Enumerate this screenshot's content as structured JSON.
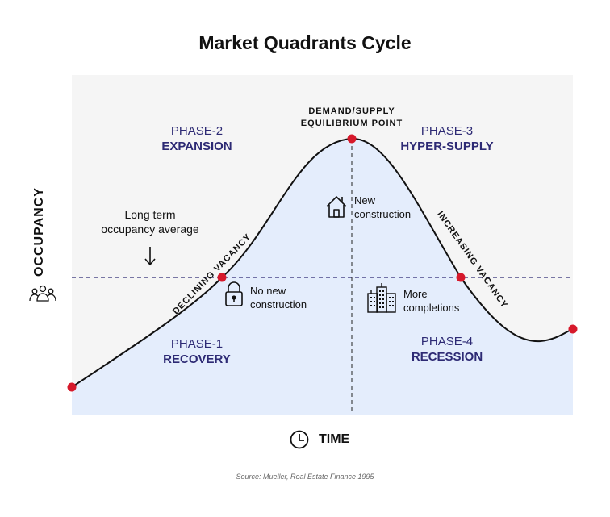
{
  "title": "Market Quadrants Cycle",
  "y_axis_label": "OCCUPANCY",
  "x_axis_label": "TIME",
  "equilibrium": {
    "line1": "DEMAND/SUPPLY",
    "line2": "EQUILIBRIUM POINT"
  },
  "long_term": {
    "line1": "Long term",
    "line2": "occupancy average"
  },
  "phases": {
    "p1": {
      "number": "PHASE-1",
      "name": "RECOVERY"
    },
    "p2": {
      "number": "PHASE-2",
      "name": "EXPANSION"
    },
    "p3": {
      "number": "PHASE-3",
      "name": "HYPER-SUPPLY"
    },
    "p4": {
      "number": "PHASE-4",
      "name": "RECESSION"
    }
  },
  "slopes": {
    "declining": "DECLINING VACANCY",
    "increasing": "INCREASING VACANCY"
  },
  "notes": {
    "new_construction": {
      "line1": "New",
      "line2": "construction"
    },
    "no_new_construction": {
      "line1": "No new",
      "line2": "construction"
    },
    "more_completions": {
      "line1": "More",
      "line2": "completions"
    }
  },
  "source": "Source: Mueller, Real Estate Finance 1995",
  "colors": {
    "accent": "#2d2a74",
    "point": "#d6192b",
    "fill_top": "#f5f5f5",
    "fill_area": "#e4edfc",
    "curve": "#111111"
  },
  "icons": [
    "house-icon",
    "lock-icon",
    "buildings-icon",
    "people-icon",
    "clock-icon",
    "arrow-down-icon"
  ]
}
